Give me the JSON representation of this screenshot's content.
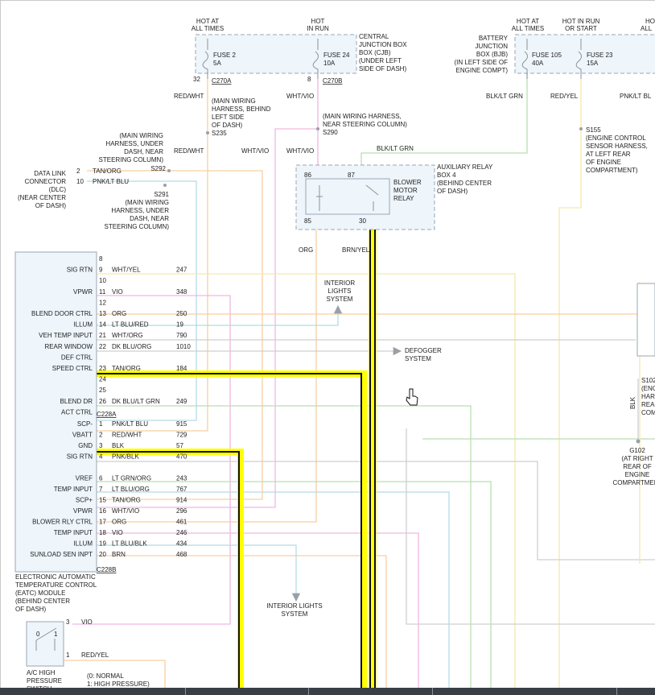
{
  "colors": {
    "wire_pink": "#f2b6e0",
    "wire_orange": "#f6cfa0",
    "wire_green": "#b9dfb0",
    "wire_blue": "#b5dbe6",
    "wire_yellow": "#f3e9a8",
    "wire_gray": "#cfcfcf",
    "highlight": "#ffff00",
    "box_fill": "#eef5fb",
    "box_stroke": "#9aa7b5"
  },
  "header": {
    "hot_all_times_1": [
      "HOT AT",
      "ALL TIMES"
    ],
    "hot_in_run": [
      "HOT",
      "IN RUN"
    ],
    "hot_all_times_2": [
      "HOT AT",
      "ALL TIMES"
    ],
    "hot_run_start": [
      "HOT IN RUN",
      "OR START"
    ],
    "hot_all_cut": [
      "HO",
      "ALL"
    ]
  },
  "fuses": {
    "fuse2": [
      "FUSE 2",
      "5A"
    ],
    "fuse24": [
      "FUSE 24",
      "10A"
    ],
    "fuse105": [
      "FUSE 105",
      "40A"
    ],
    "fuse23": [
      "FUSE 23",
      "15A"
    ]
  },
  "cjb_label": [
    "CENTRAL",
    "JUNCTION BOX",
    "BOX (CJB)",
    "(UNDER LEFT",
    "SIDE OF DASH)"
  ],
  "bjb_label": [
    "BATTERY",
    "JUNCTION",
    "BOX (BJB)",
    "(IN LEFT SIDE OF",
    "ENGINE COMPT)"
  ],
  "connectors": {
    "c270a": "C270A",
    "c270b": "C270B",
    "c228a": "C228A",
    "c228b": "C228B",
    "pin32": "32",
    "pin8": "8"
  },
  "wires": {
    "red_wht_1": "RED/WHT",
    "wht_vio_1": "WHT/VIO",
    "blk_lt_grn_1": "BLK/LT GRN",
    "red_yel_1": "RED/YEL",
    "pnk_lt_bl_cut": "PNK/LT BL",
    "red_wht_2": "RED/WHT",
    "wht_vio_2": "WHT/VIO",
    "wht_vio_3": "WHT/VIO",
    "blk_lt_grn_2": "BLK/LT GRN",
    "org": "ORG",
    "brn_yel": "BRN/YEL",
    "blk_vert": "BLK"
  },
  "splices": {
    "s235": [
      "(MAIN WIRING",
      "HARNESS, BEHIND",
      "LEFT SIDE",
      "OF DASH)",
      "S235"
    ],
    "s290": [
      "(MAIN WIRING HARNESS,",
      "NEAR STEERING COLUMN)",
      "S290"
    ],
    "s292": [
      "(MAIN WIRING",
      "HARNESS, UNDER",
      "DASH, NEAR",
      "STEERING COLUMN)",
      "S292"
    ],
    "s291": [
      "S291",
      "(MAIN WIRING",
      "HARNESS, UNDER",
      "DASH, NEAR",
      "STEERING COLUMN)"
    ],
    "s155": [
      "S155",
      "(ENGINE CONTROL",
      "SENSOR HARNESS,",
      "AT LEFT REAR",
      "OF ENGINE",
      "COMPARTMENT)"
    ],
    "s102": [
      "S102",
      "(ENC",
      "HAR",
      "REA",
      "COM"
    ]
  },
  "dlc": {
    "label": [
      "DATA LINK",
      "CONNECTOR",
      "(DLC)",
      "(NEAR CENTER",
      "OF DASH)"
    ],
    "pins": [
      {
        "pin": "2",
        "wire": "TAN/ORG"
      },
      {
        "pin": "10",
        "wire": "PNK/LT BLU"
      }
    ]
  },
  "relay": {
    "label": [
      "BLOWER",
      "MOTOR",
      "RELAY"
    ],
    "box_label": [
      "AUXILIARY RELAY",
      "BOX 4",
      "(BEHIND CENTER",
      "OF DASH)"
    ],
    "pins": [
      "86",
      "87",
      "85",
      "30"
    ]
  },
  "systems": {
    "interior_lights_1": [
      "INTERIOR",
      "LIGHTS",
      "SYSTEM"
    ],
    "defogger": [
      "DEFOGGER",
      "SYSTEM"
    ],
    "interior_lights_2": [
      "INTERIOR LIGHTS",
      "SYSTEM"
    ]
  },
  "g102": [
    "G102",
    "(AT RIGHT",
    "REAR OF",
    "ENGINE",
    "COMPARTMEN"
  ],
  "eatc": {
    "label": [
      "ELECTRONIC AUTOMATIC",
      "TEMPERATURE CONTROL",
      "(EATC) MODULE",
      "(BEHIND CENTER",
      "OF DASH)"
    ],
    "rows_a": [
      {
        "name": "",
        "pin": "8",
        "wire": "",
        "circuit": ""
      },
      {
        "name": "SIG RTN",
        "pin": "9",
        "wire": "WHT/YEL",
        "circuit": "247"
      },
      {
        "name": "",
        "pin": "10",
        "wire": "",
        "circuit": ""
      },
      {
        "name": "VPWR",
        "pin": "11",
        "wire": "VIO",
        "circuit": "348"
      },
      {
        "name": "",
        "pin": "12",
        "wire": "",
        "circuit": ""
      },
      {
        "name": "BLEND DOOR CTRL",
        "pin": "13",
        "wire": "ORG",
        "circuit": "250"
      },
      {
        "name": "ILLUM",
        "pin": "14",
        "wire": "LT BLU/RED",
        "circuit": "19"
      },
      {
        "name": "VEH TEMP INPUT",
        "pin": "21",
        "wire": "WHT/ORG",
        "circuit": "790"
      },
      {
        "name": "REAR WINDOW",
        "pin": "22",
        "wire": "DK BLU/ORG",
        "circuit": "1010"
      },
      {
        "name": "DEF CTRL",
        "pin": "",
        "wire": "",
        "circuit": ""
      },
      {
        "name": "SPEED CTRL",
        "pin": "23",
        "wire": "TAN/ORG",
        "circuit": "184"
      },
      {
        "name": "",
        "pin": "24",
        "wire": "",
        "circuit": ""
      },
      {
        "name": "",
        "pin": "25",
        "wire": "",
        "circuit": ""
      },
      {
        "name": "BLEND DR",
        "pin": "26",
        "wire": "DK BLU/LT GRN",
        "circuit": "249"
      },
      {
        "name": "ACT CTRL",
        "pin": "",
        "wire": "",
        "circuit": ""
      }
    ],
    "rows_b": [
      {
        "name": "SCP-",
        "pin": "1",
        "wire": "PNK/LT BLU",
        "circuit": "915"
      },
      {
        "name": "VBATT",
        "pin": "2",
        "wire": "RED/WHT",
        "circuit": "729"
      },
      {
        "name": "GND",
        "pin": "3",
        "wire": "BLK",
        "circuit": "57"
      },
      {
        "name": "SIG RTN",
        "pin": "4",
        "wire": "PNK/BLK",
        "circuit": "470"
      },
      {
        "name": "",
        "pin": "",
        "wire": "",
        "circuit": ""
      },
      {
        "name": "VREF",
        "pin": "6",
        "wire": "LT GRN/ORG",
        "circuit": "243"
      },
      {
        "name": "TEMP INPUT",
        "pin": "7",
        "wire": "LT BLU/ORG",
        "circuit": "767"
      },
      {
        "name": "SCP+",
        "pin": "15",
        "wire": "TAN/ORG",
        "circuit": "914"
      },
      {
        "name": "VPWR",
        "pin": "16",
        "wire": "WHT/VIO",
        "circuit": "296"
      },
      {
        "name": "BLOWER RLY CTRL",
        "pin": "17",
        "wire": "ORG",
        "circuit": "461"
      },
      {
        "name": "TEMP INPUT",
        "pin": "18",
        "wire": "VIO",
        "circuit": "246"
      },
      {
        "name": "ILLUM",
        "pin": "19",
        "wire": "LT BLU/BLK",
        "circuit": "434"
      },
      {
        "name": "SUNLOAD SEN INPT",
        "pin": "20",
        "wire": "BRN",
        "circuit": "468"
      }
    ]
  },
  "switch": {
    "label": [
      "A/C HIGH",
      "PRESSURE",
      "SWITCH"
    ],
    "states": [
      "0",
      "1"
    ],
    "pins": [
      {
        "pin": "3",
        "wire": "VIO"
      },
      {
        "pin": "1",
        "wire": "RED/YEL"
      }
    ],
    "legend": [
      "(0: NORMAL",
      "1: HIGH PRESSURE)"
    ]
  }
}
